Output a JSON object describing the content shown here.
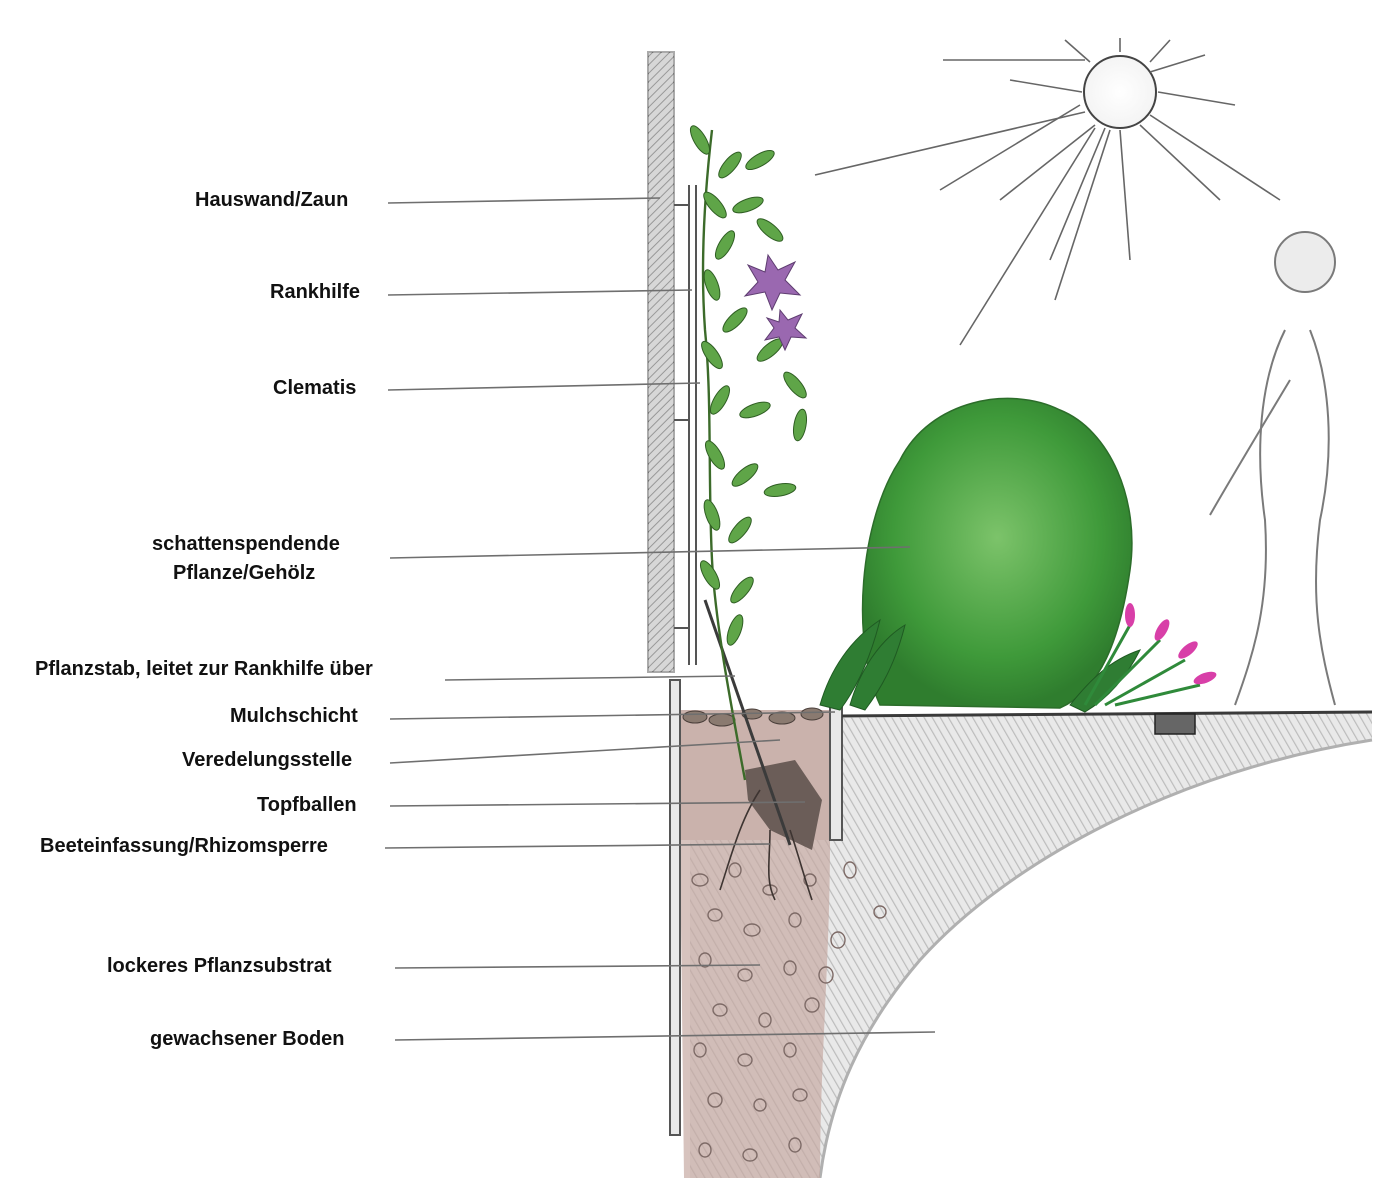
{
  "labels": {
    "house_wall": "Hauswand/Zaun",
    "trellis": "Rankhilfe",
    "clematis": "Clematis",
    "shade_plant_line1": "schattenspendende",
    "shade_plant_line2": "Pflanze/Gehölz",
    "plant_stake": "Pflanzstab, leitet zur Rankhilfe über",
    "mulch": "Mulchschicht",
    "graft": "Veredelungsstelle",
    "root_ball": "Topfballen",
    "bed_edging": "Beeteinfassung/Rhizomsperre",
    "substrate": "lockeres Pflanzsubstrat",
    "native_soil": "gewachsener Boden"
  },
  "colors": {
    "leaf_green": "#4f9a3c",
    "shrub_green": "#3f9a3a",
    "flower_purple": "#9a68b0",
    "soil_brown": "#b89890",
    "ground_grey": "#b5b5b5",
    "wall_grey": "#9a9a9a"
  }
}
